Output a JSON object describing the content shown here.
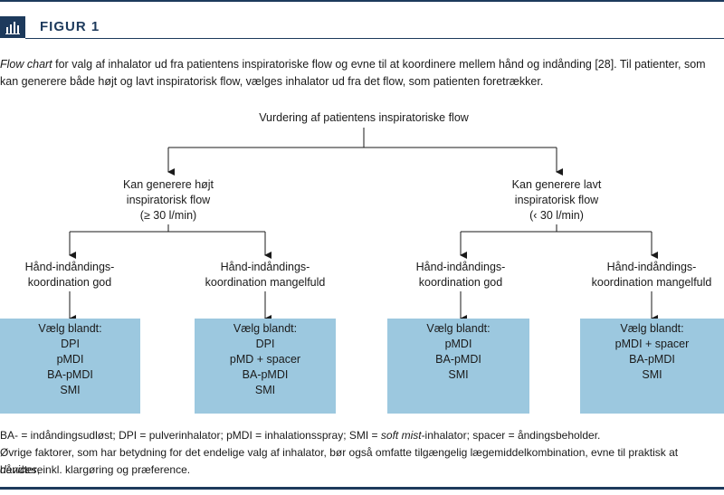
{
  "figure": {
    "label": "FIGUR 1",
    "caption_italic": "Flow chart",
    "caption_rest": " for valg af inhalator ud fra patientens inspiratoriske flow og evne til at koordinere mellem hånd og indånding [28]. Til patienter, som kan generere både højt og lavt inspiratorisk flow, vælges inhalator ud fra det flow, som patienten foretrækker."
  },
  "flow": {
    "root": "Vurdering af patientens inspiratoriske flow",
    "high": {
      "line1": "Kan generere højt",
      "line2": "inspiratorisk flow",
      "line3": "(≥ 30 l/min)"
    },
    "low": {
      "line1": "Kan generere lavt",
      "line2": "inspiratorisk flow",
      "line3": "(‹ 30 l/min)"
    },
    "coord_good": {
      "line1": "Hånd-indåndings-",
      "line2": "koordination god"
    },
    "coord_poor": {
      "line1": "Hånd-indåndings-",
      "line2": "koordination mangelfuld"
    },
    "boxes": [
      {
        "title": "Vælg blandt:",
        "items": [
          "DPI",
          "pMDI",
          "BA-pMDI",
          "SMI"
        ]
      },
      {
        "title": "Vælg blandt:",
        "items": [
          "DPI",
          "pMD + spacer",
          "BA-pMDI",
          "SMI"
        ]
      },
      {
        "title": "Vælg blandt:",
        "items": [
          "pMDI",
          "BA-pMDI",
          "SMI"
        ]
      },
      {
        "title": "Vælg blandt:",
        "items": [
          "pMDI + spacer",
          "BA-pMDI",
          "SMI"
        ]
      }
    ]
  },
  "footnote": {
    "line1_a": "BA- = indåndingsudløst; DPI = pulverinhalator; pMDI = inhalationsspray; SMI = ",
    "line1_italic": "soft mist",
    "line1_b": "-inhalator; spacer = åndingsbeholder.",
    "line2": "Øvrige faktorer, som har betydning for det endelige valg af inhalator, bør også omfatte tilgængelig lægemiddelkombination, evne til praktisk at håndtere",
    "line3_italic": "devices",
    "line3_rest": ", inkl. klargøring og præference."
  },
  "colors": {
    "navy": "#1d3a5c",
    "box": "#9cc8df"
  }
}
